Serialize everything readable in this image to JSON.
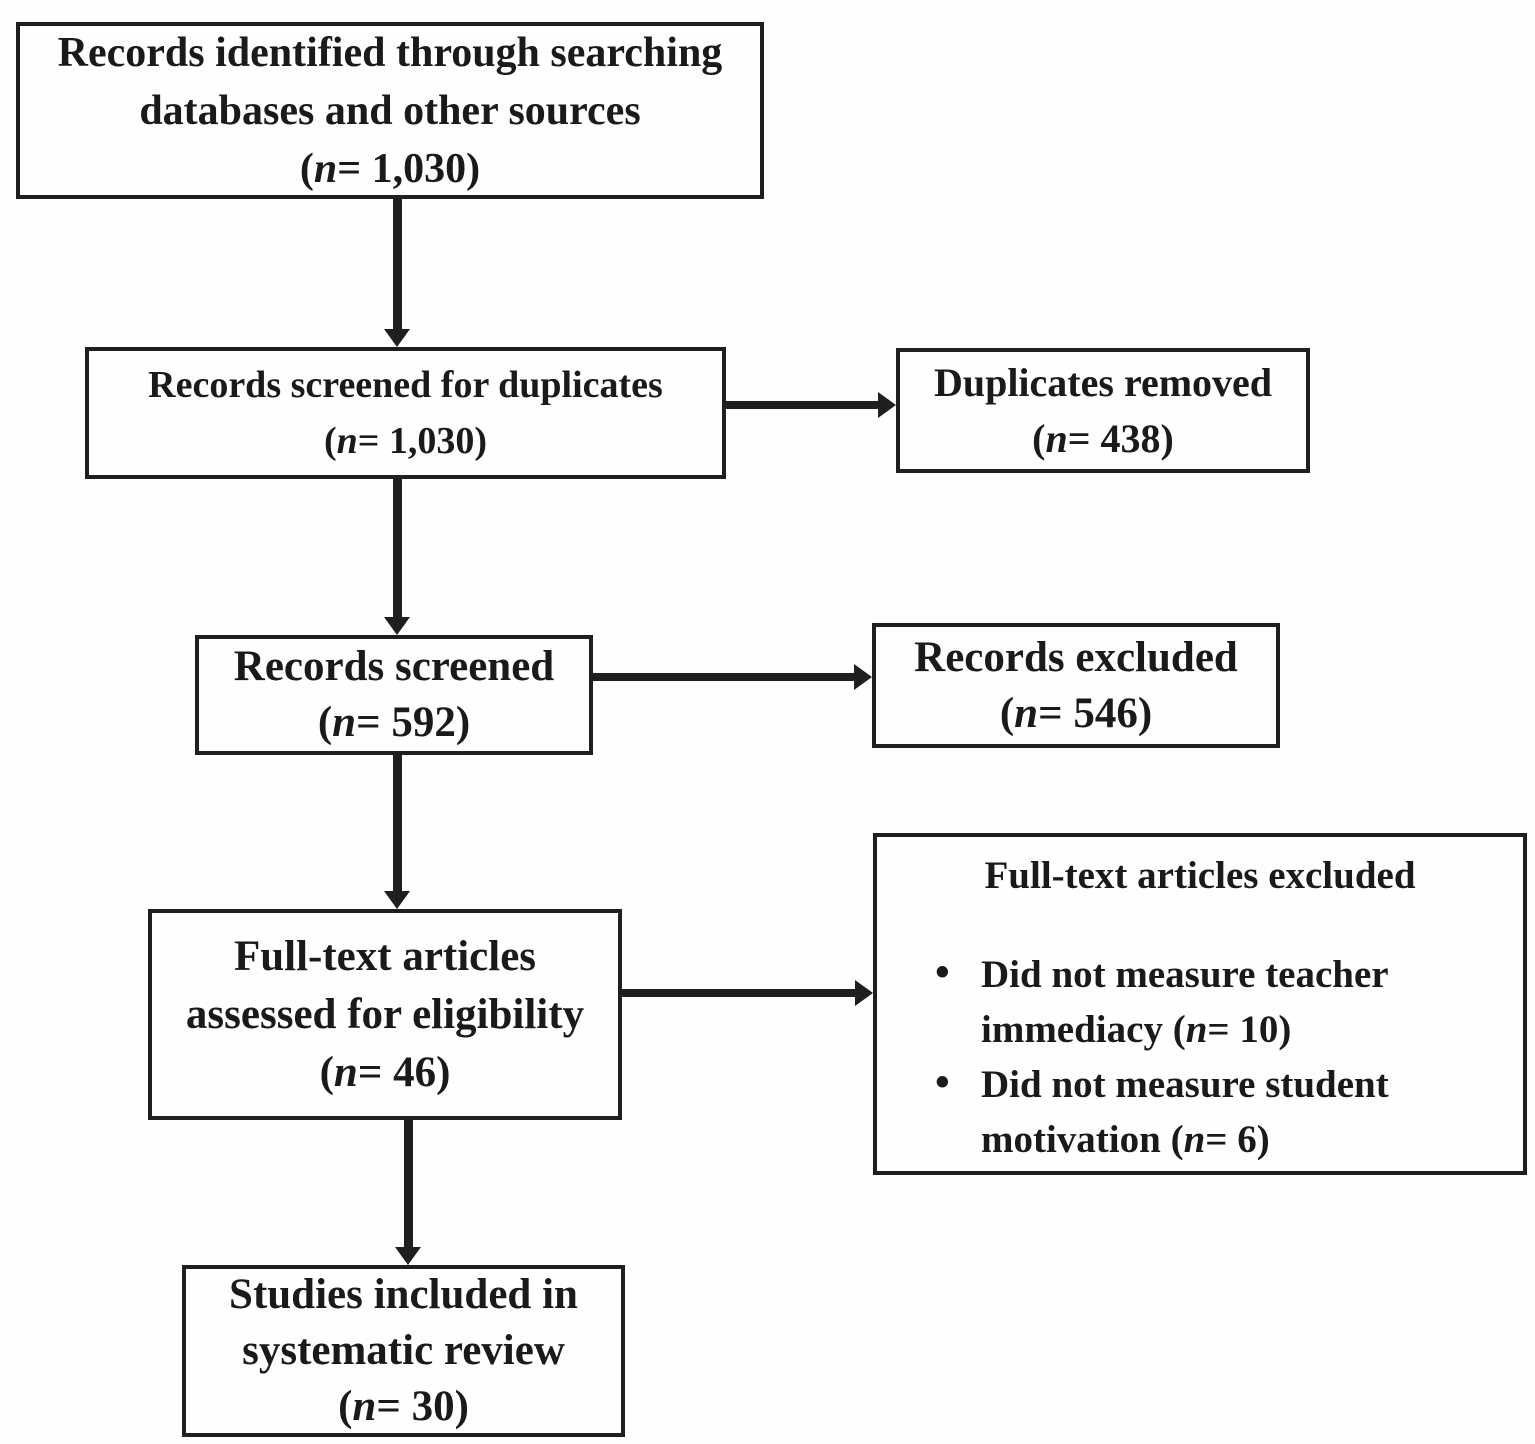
{
  "diagram": {
    "background_color": "#fefefe",
    "line_color": "#1f1f1f",
    "text_color": "#1a1a1a",
    "icons": {
      "bullet": "•"
    },
    "boxes": {
      "identified": {
        "line1": "Records identified through searching",
        "line2": "databases and other sources",
        "count": {
          "pre": "(",
          "n": "n",
          "rest": "= 1,030)"
        }
      },
      "screened_duplicates": {
        "line1": "Records screened for duplicates",
        "count": {
          "pre": "(",
          "n": "n",
          "rest": "= 1,030)"
        }
      },
      "duplicates_removed": {
        "line1": "Duplicates removed",
        "count": {
          "pre": "(",
          "n": "n",
          "rest": "= 438)"
        }
      },
      "records_screened": {
        "line1": "Records screened",
        "count": {
          "pre": "(",
          "n": "n",
          "rest": "= 592)"
        }
      },
      "records_excluded": {
        "line1": "Records excluded",
        "count": {
          "pre": "(",
          "n": "n",
          "rest": "= 546)"
        }
      },
      "fulltext_assessed": {
        "line1": "Full-text articles",
        "line2": "assessed for eligibility",
        "count": {
          "pre": "(",
          "n": "n",
          "rest": "= 46)"
        }
      },
      "fulltext_excluded": {
        "title": "Full-text articles excluded",
        "bullets": [
          {
            "pre": "Did not measure teacher immediacy (",
            "n": "n",
            "rest": "= 10)"
          },
          {
            "pre": "Did not measure student motivation (",
            "n": "n",
            "rest": "= 6)"
          }
        ]
      },
      "included": {
        "line1": "Studies included in",
        "line2": "systematic review",
        "count": {
          "pre": "(",
          "n": "n",
          "rest": "= 30)"
        }
      }
    }
  }
}
